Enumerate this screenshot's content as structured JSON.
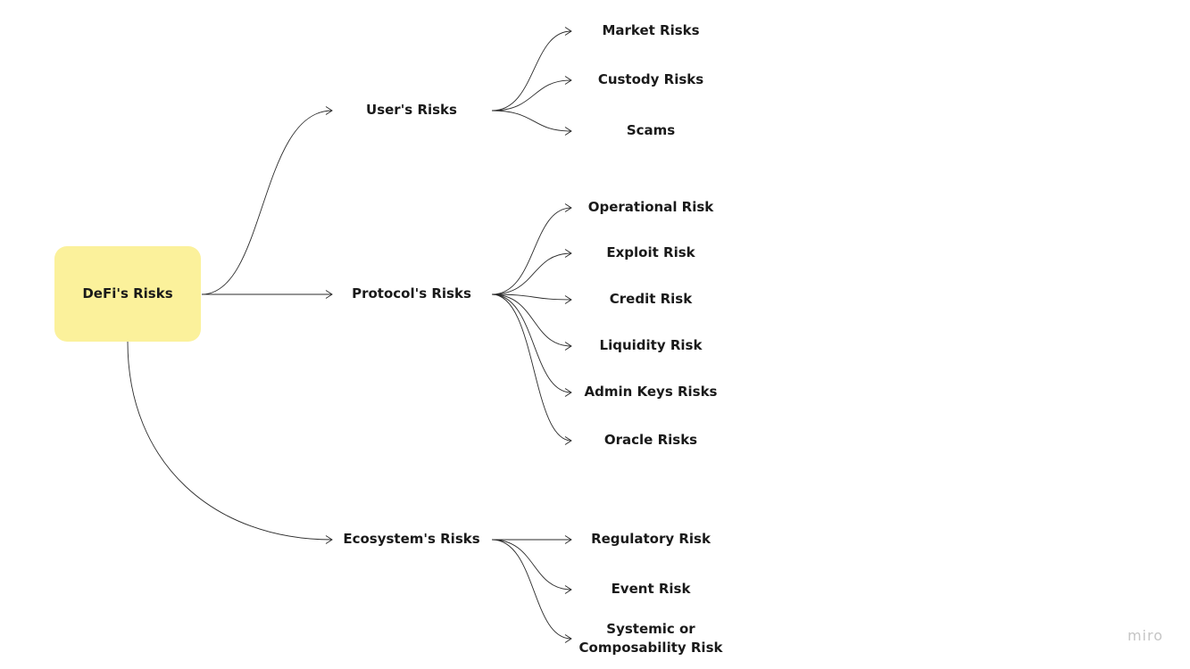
{
  "root": {
    "label": "DeFi's Risks"
  },
  "branches": [
    {
      "label": "User's Risks",
      "children": [
        "Market Risks",
        "Custody  Risks",
        "Scams"
      ]
    },
    {
      "label": "Protocol's Risks",
      "children": [
        "Operational Risk",
        "Exploit Risk",
        "Credit Risk",
        "Liquidity Risk",
        "Admin Keys Risks",
        "Oracle Risks"
      ]
    },
    {
      "label": "Ecosystem's Risks",
      "children": [
        "Regulatory Risk",
        "Event Risk",
        "Systemic or\nComposability Risk"
      ]
    }
  ],
  "colors": {
    "root_fill": "#fbf19b",
    "connector": "#2b2b2b",
    "text": "#1a1a1a",
    "watermark": "#c5c5c5"
  },
  "watermark": "miro"
}
